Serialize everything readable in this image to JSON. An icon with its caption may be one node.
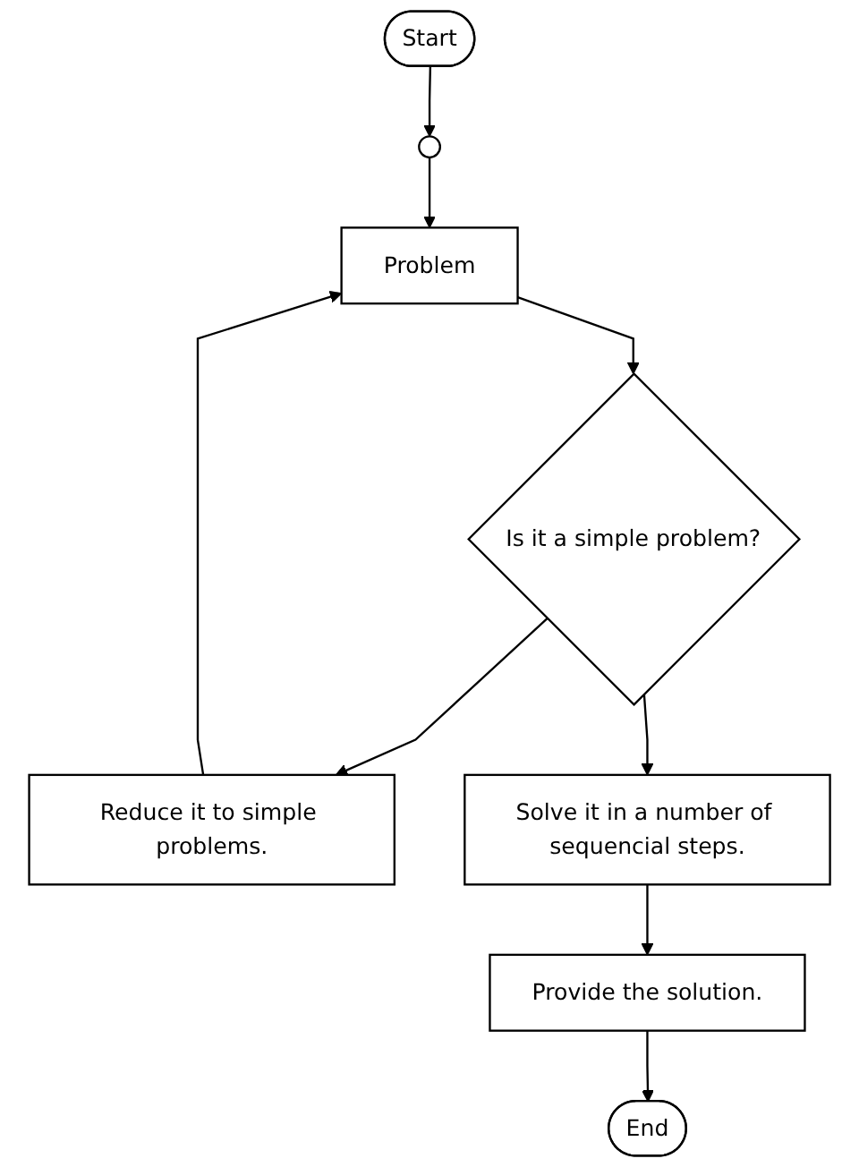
{
  "diagram": {
    "nodes": [
      {
        "text": [
          "Start"
        ]
      },
      {
        "text": [],
        "shape": "circle"
      },
      {
        "text": [
          "Problem"
        ]
      },
      {
        "text": [
          "Reduce it to simple problems."
        ]
      },
      {
        "text": [
          "Is it a simple problem?"
        ]
      },
      {
        "text": [
          "Solve it in a number of sequencial steps."
        ]
      },
      {
        "text": [
          "Provide the solution."
        ]
      },
      {
        "text": [
          "End"
        ]
      }
    ],
    "edges": [
      {
        "from": 0,
        "to": 1,
        "arrow": "to"
      },
      {
        "from": 1,
        "to": 2,
        "arrow": "to"
      },
      {
        "from": 2,
        "to": 4,
        "arrow": "to"
      },
      {
        "from": 4,
        "to": 3,
        "arrow": "to"
      },
      {
        "from": 3,
        "to": 2,
        "arrow": "to"
      },
      {
        "from": 4,
        "to": 5,
        "arrow": "to"
      },
      {
        "from": 5,
        "to": 6,
        "arrow": "to"
      },
      {
        "from": 6,
        "to": 7,
        "arrow": "to"
      }
    ]
  }
}
